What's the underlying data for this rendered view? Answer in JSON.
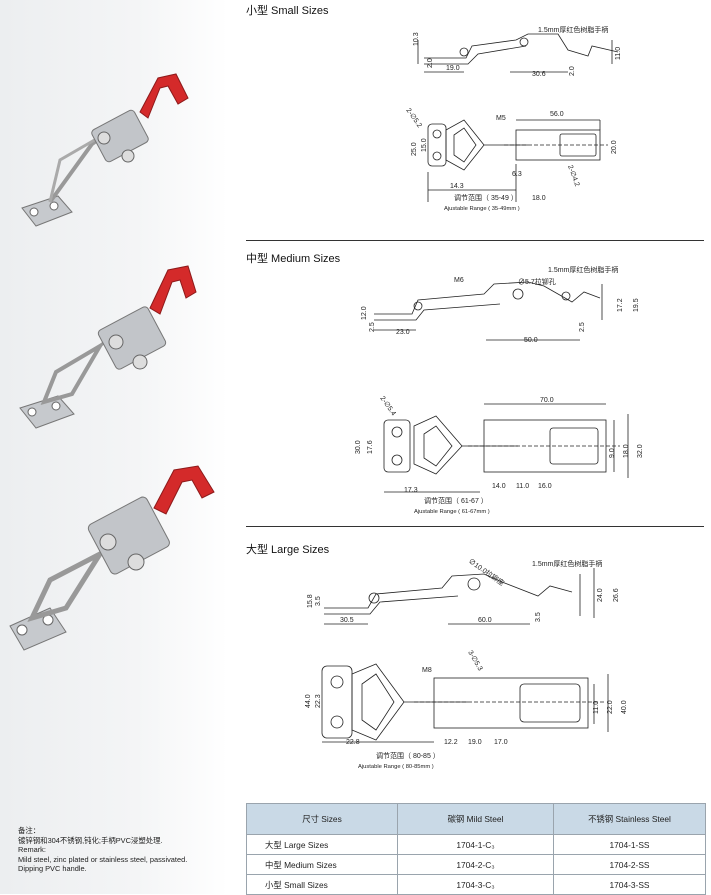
{
  "sections": {
    "small": {
      "title": "小型 Small Sizes"
    },
    "medium": {
      "title": "中型 Medium Sizes"
    },
    "large": {
      "title": "大型 Large Sizes"
    }
  },
  "small_side": {
    "handle_note": "1.5mm厚红色树脂手柄",
    "dim_height": "10.3",
    "dim_base": "2.0",
    "dim_left": "19.0",
    "dim_mid": "30.6",
    "dim_right": "2.0",
    "dim_handle": "11.0"
  },
  "small_top": {
    "hole": "2-∅5.2",
    "thread": "M5",
    "dim_length": "56.0",
    "dim_plate_h": "25.0",
    "dim_plate_inner": "15.0",
    "dim_body_h": "20.0",
    "dim_6_3": "6.3",
    "hole2": "2-∅4.2",
    "dim_14_3": "14.3",
    "dim_18_0": "18.0",
    "range_cn": "调节范围（ 35-49 ）",
    "range_en": "Ajustable Range ( 35-49mm )"
  },
  "medium_side": {
    "thread": "M6",
    "handle_note": "1.5mm厚红色树脂手柄",
    "rivet": "∅5.7拉铆孔",
    "dim_12_0": "12.0",
    "dim_2_5a": "2.5",
    "dim_23_0": "23.0",
    "dim_50_0": "50.0",
    "dim_2_5b": "2.5",
    "dim_17_2": "17.2",
    "dim_19_5": "19.5"
  },
  "medium_top": {
    "hole": "2-∅5.4",
    "dim_70_0": "70.0",
    "dim_30_0": "30.0",
    "dim_17_6": "17.6",
    "dim_9_0": "9.0",
    "dim_18_0": "18.0",
    "dim_32_0": "32.0",
    "dim_14_0": "14.0",
    "dim_11_0": "11.0",
    "dim_16_0": "16.0",
    "dim_17_3": "17.3",
    "range_cn": "调节范围（ 61-67 ）",
    "range_en": "Ajustable Range ( 61-67mm )"
  },
  "large_side": {
    "rivet": "∅10.0拉铆座",
    "handle_note": "1.5mm厚红色树脂手柄",
    "dim_15_8": "15.8",
    "dim_3_5a": "3.5",
    "dim_30_5": "30.5",
    "dim_60_0": "60.0",
    "dim_3_5b": "3.5",
    "dim_24_0": "24.0",
    "dim_26_6": "26.6"
  },
  "large_top": {
    "thread": "M8",
    "hole": "3-∅5.3",
    "dim_44_0": "44.0",
    "dim_22_3": "22.3",
    "dim_11_0": "11.0",
    "dim_22_0": "22.0",
    "dim_40_0": "40.0",
    "dim_22_8": "22.8",
    "dim_12_2": "12.2",
    "dim_19_0": "19.0",
    "dim_17_0": "17.0",
    "range_cn": "调节范围（ 80-85 ）",
    "range_en": "Ajustable Range ( 80-85mm )"
  },
  "remark": {
    "cn_label": "备注：",
    "cn_text": "镀锌钢和304不锈钢,钝化;手柄PVC浸塑处理.",
    "en_label": "Remark:",
    "en_line1": "Mild steel, zinc plated or stainless steel, passivated.",
    "en_line2": "Dipping PVC handle."
  },
  "table": {
    "headers": [
      "尺寸 Sizes",
      "碳钢 Mild Steel",
      "不锈钢 Stainless Steel"
    ],
    "rows": [
      [
        "大型 Large Sizes",
        "1704-1-C₃",
        "1704-1-SS"
      ],
      [
        "中型 Medium Sizes",
        "1704-2-C₃",
        "1704-2-SS"
      ],
      [
        "小型 Small Sizes",
        "1704-3-C₃",
        "1704-3-SS"
      ]
    ]
  },
  "colors": {
    "handle_red": "#d42a2a",
    "steel": "#b9bcc0",
    "table_header": "#c9d9e6"
  }
}
